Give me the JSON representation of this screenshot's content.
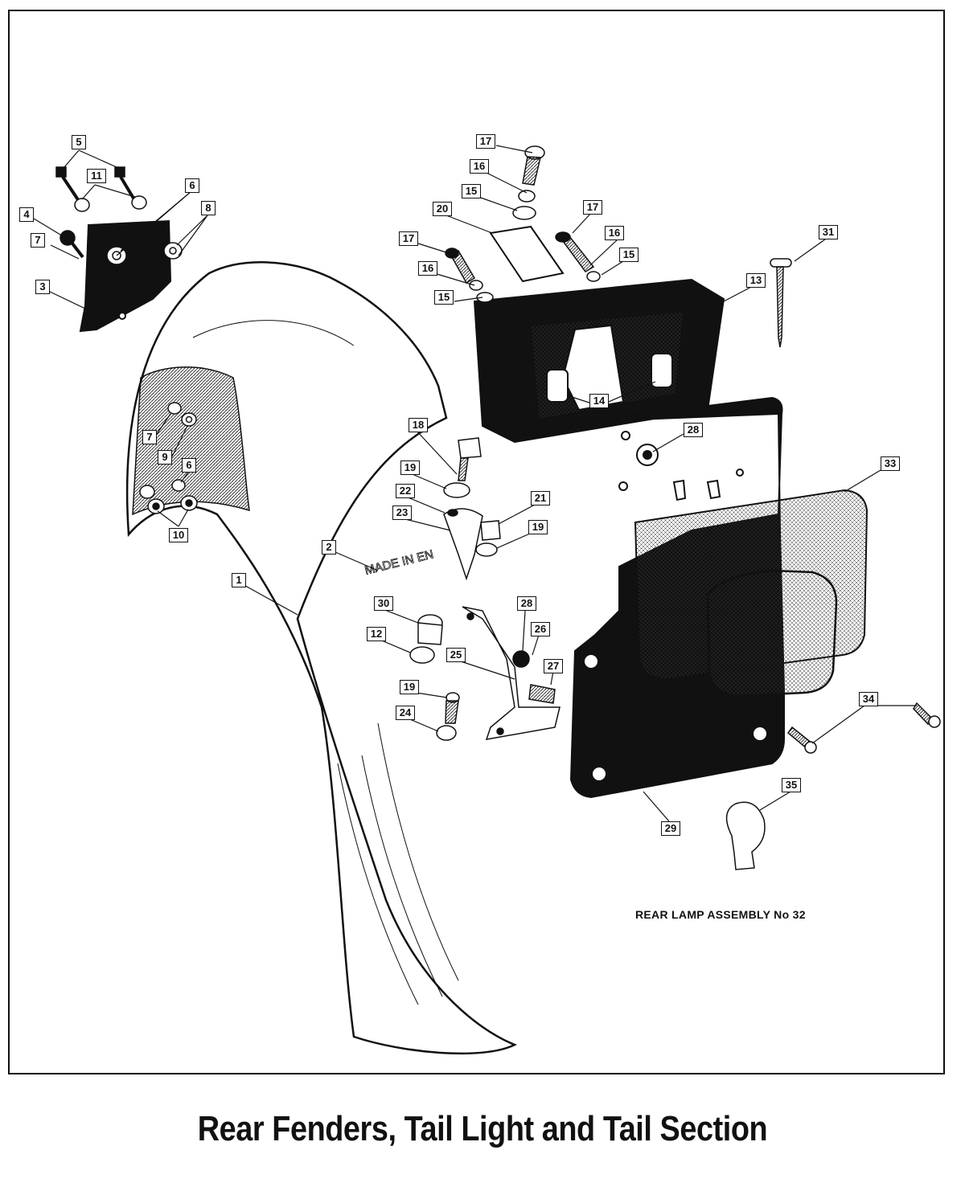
{
  "caption": "Rear Fenders, Tail Light and Tail Section",
  "assembly_label": "REAR LAMP ASSEMBLY  No 32",
  "fender_stamp": "MADE IN EN",
  "callouts": [
    "1",
    "2",
    "3",
    "4",
    "5",
    "6",
    "6",
    "7",
    "7",
    "8",
    "9",
    "10",
    "11",
    "12",
    "13",
    "14",
    "15",
    "15",
    "15",
    "16",
    "16",
    "16",
    "17",
    "17",
    "17",
    "18",
    "19",
    "19",
    "19",
    "20",
    "21",
    "22",
    "23",
    "24",
    "25",
    "26",
    "27",
    "28",
    "28",
    "29",
    "30",
    "31",
    "33",
    "34",
    "35"
  ]
}
